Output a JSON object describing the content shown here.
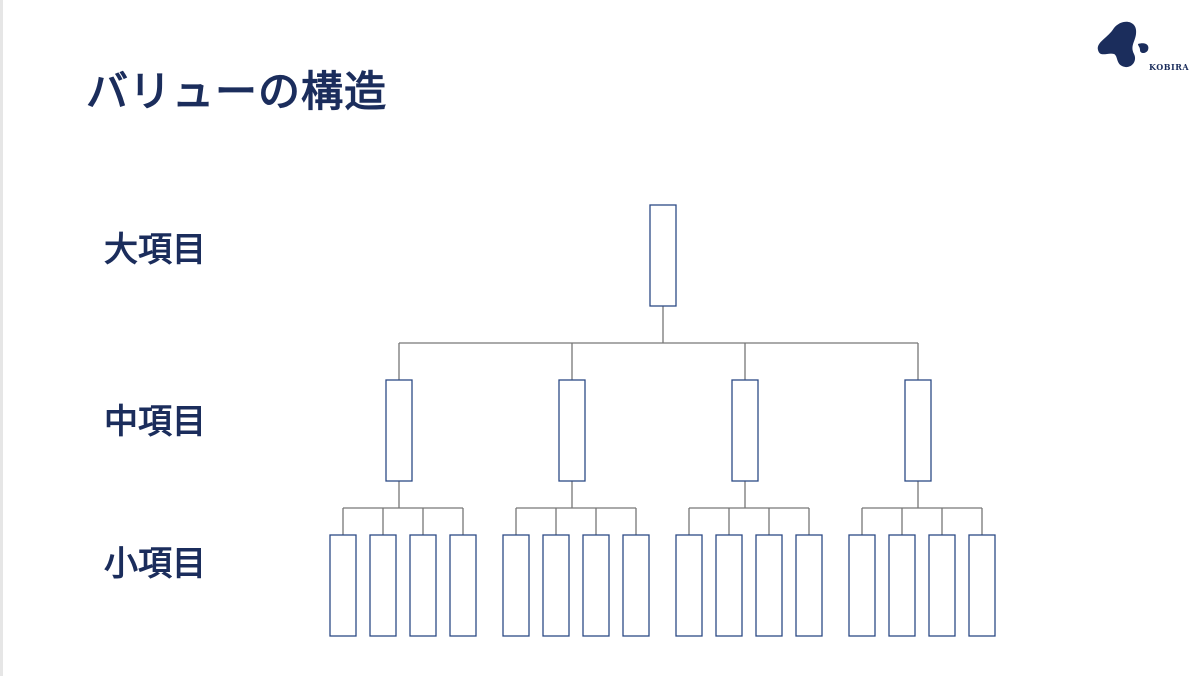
{
  "title": "バリューの構造",
  "logo": {
    "text": "KOBIRA"
  },
  "levels": {
    "large": "大項目",
    "medium": "中項目",
    "small": "小項目"
  },
  "tree": {
    "medium_count": 4,
    "small_per_medium": 4
  },
  "colors": {
    "text": "#1b2d5c",
    "box": "#2c4a86",
    "line": "#777777"
  }
}
